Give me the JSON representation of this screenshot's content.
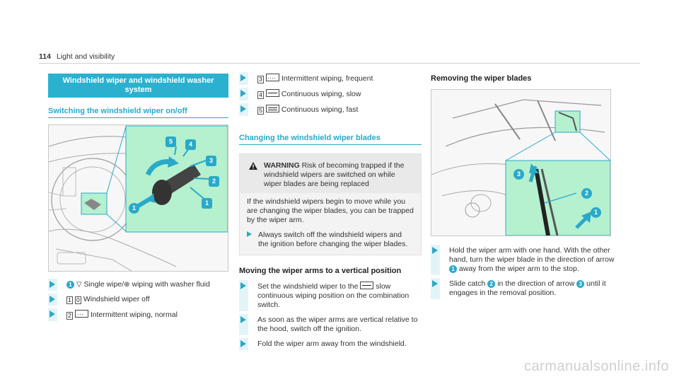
{
  "header": {
    "page_number": "114",
    "chapter": "Light and visibility"
  },
  "col1": {
    "section_title": "Windshield wiper and windshield washer system",
    "subheading": "Switching the windshield wiper on/off",
    "steps": [
      {
        "circle": "1",
        "text_a": " Single wipe/",
        "text_b": " wiping with washer fluid"
      },
      {
        "key1": "1",
        "key2": "0",
        "text": " Windshield wiper off"
      },
      {
        "key": "2",
        "text": " Intermittent wiping, normal"
      }
    ],
    "figure_callouts": [
      "5",
      "4",
      "3",
      "2",
      "1",
      "1"
    ]
  },
  "col2": {
    "steps_top": [
      {
        "key": "3",
        "text": " Intermittent wiping, frequent"
      },
      {
        "key": "4",
        "text": " Continuous wiping, slow"
      },
      {
        "key": "5",
        "text": " Continuous wiping, fast"
      }
    ],
    "subheading": "Changing the windshield wiper blades",
    "warning": {
      "label": "WARNING",
      "headline": " Risk of becoming trapped if the windshield wipers are switched on while wiper blades are being replaced",
      "body": "If the windshield wipers begin to move while you are changing the wiper blades, you can be trapped by the wiper arm.",
      "step": "Always switch off the windshield wipers and the ignition before changing the wiper blades."
    },
    "moving_heading": "Moving the wiper arms to a vertical position",
    "moving_steps": [
      {
        "text_a": "Set the windshield wiper to the ",
        "text_b": " slow continuous wiping position on the combination switch."
      },
      {
        "text": "As soon as the wiper arms are vertical relative to the hood, switch off the ignition."
      },
      {
        "text": "Fold the wiper arm away from the windshield."
      }
    ]
  },
  "col3": {
    "heading": "Removing the wiper blades",
    "figure_callouts": [
      "3",
      "2",
      "1"
    ],
    "steps": [
      {
        "text_a": "Hold the wiper arm with one hand. With the other hand, turn the wiper blade in the direction of arrow ",
        "circle": "1",
        "text_b": " away from the wiper arm to the stop."
      },
      {
        "text_a": "Slide catch ",
        "circle": "2",
        "text_b": " in the direction of arrow ",
        "circle2": "3",
        "text_c": " until it engages in the removal position."
      }
    ]
  },
  "watermark": "carmanualsonline.info",
  "colors": {
    "accent": "#2aa9c8",
    "band": "#2bb1cf",
    "inset": "#b5f0cf",
    "text": "#333333"
  }
}
